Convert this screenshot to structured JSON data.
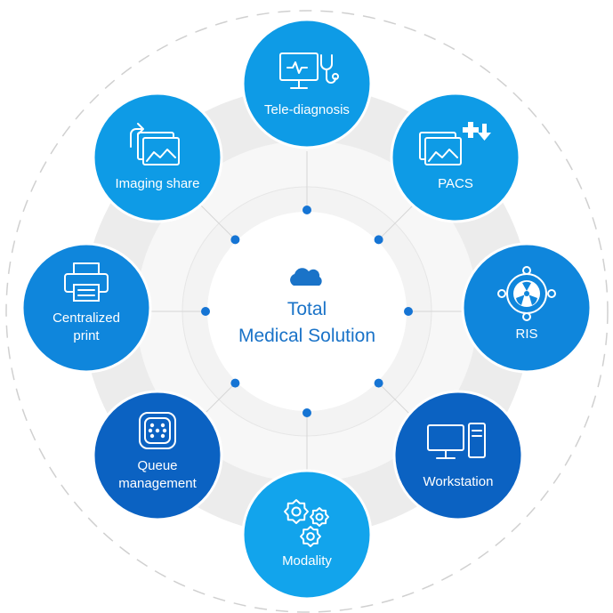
{
  "center": {
    "icon": "cloud-icon",
    "title_line1": "Total",
    "title_line2": "Medical Solution"
  },
  "nodes": [
    {
      "id": "tele-diagnosis",
      "icon": "monitor-stethoscope-icon",
      "label_lines": [
        "Tele-diagnosis"
      ],
      "color": "#0e9be6"
    },
    {
      "id": "pacs",
      "icon": "images-plus-arrow-icon",
      "label_lines": [
        "PACS"
      ],
      "color": "#0e9be6"
    },
    {
      "id": "ris",
      "icon": "radiation-cycle-icon",
      "label_lines": [
        "RIS"
      ],
      "color": "#0f86dc"
    },
    {
      "id": "workstation",
      "icon": "desktop-workstation-icon",
      "label_lines": [
        "Workstation"
      ],
      "color": "#0b62c2"
    },
    {
      "id": "modality",
      "icon": "gears-icon",
      "label_lines": [
        "Modality"
      ],
      "color": "#12a4ec"
    },
    {
      "id": "queue-management",
      "icon": "queue-device-icon",
      "label_lines": [
        "Queue",
        "management"
      ],
      "color": "#0b62c2"
    },
    {
      "id": "centralized-print",
      "icon": "printer-icon",
      "label_lines": [
        "Centralized",
        "print"
      ],
      "color": "#0f86dc"
    },
    {
      "id": "imaging-share",
      "icon": "image-share-icon",
      "label_lines": [
        "Imaging share"
      ],
      "color": "#0e9be6"
    }
  ],
  "colors": {
    "ring_gray": "#ececec",
    "inner_disc": "#f6f6f6",
    "dot": "#1574d4",
    "spoke": "#d6d6d6",
    "outer_dash": "#d0d0d0",
    "center_text": "#1a73c8"
  }
}
